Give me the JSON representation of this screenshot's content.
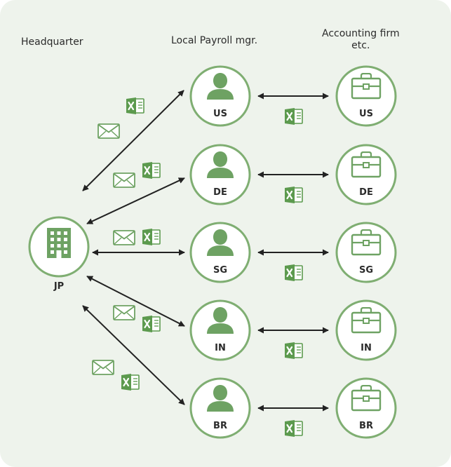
{
  "headers": {
    "headquarter": "Headquarter",
    "local_payroll": "Local Payroll mgr.",
    "accounting_line1": "Accounting firm",
    "accounting_line2": "etc."
  },
  "hq": {
    "code": "JP",
    "icon": "office-building-icon"
  },
  "countries": [
    "US",
    "DE",
    "SG",
    "IN",
    "BR"
  ],
  "icons": {
    "manager": "person-icon",
    "accounting": "briefcase-icon",
    "spreadsheet": "excel-file-icon",
    "email": "envelope-icon"
  },
  "colors": {
    "background": "#eef3ec",
    "accent_green": "#7fae72",
    "icon_fill": "#6ea263",
    "excel_green": "#5c9a4e",
    "arrow": "#222222"
  }
}
